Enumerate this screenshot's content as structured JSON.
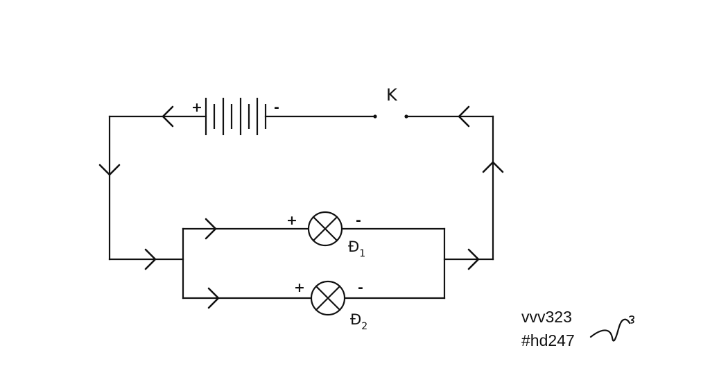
{
  "circuit": {
    "battery": {
      "plus": "+",
      "minus": "-"
    },
    "switch": {
      "label": "K"
    },
    "lamps": [
      {
        "plus": "+",
        "minus": "-",
        "name": "Đ",
        "index": "1"
      },
      {
        "plus": "+",
        "minus": "-",
        "name": "Đ",
        "index": "2"
      }
    ]
  },
  "watermark": {
    "user": "vvv323",
    "tag": "#hd247",
    "signature_icon": "handwritten-signature"
  }
}
